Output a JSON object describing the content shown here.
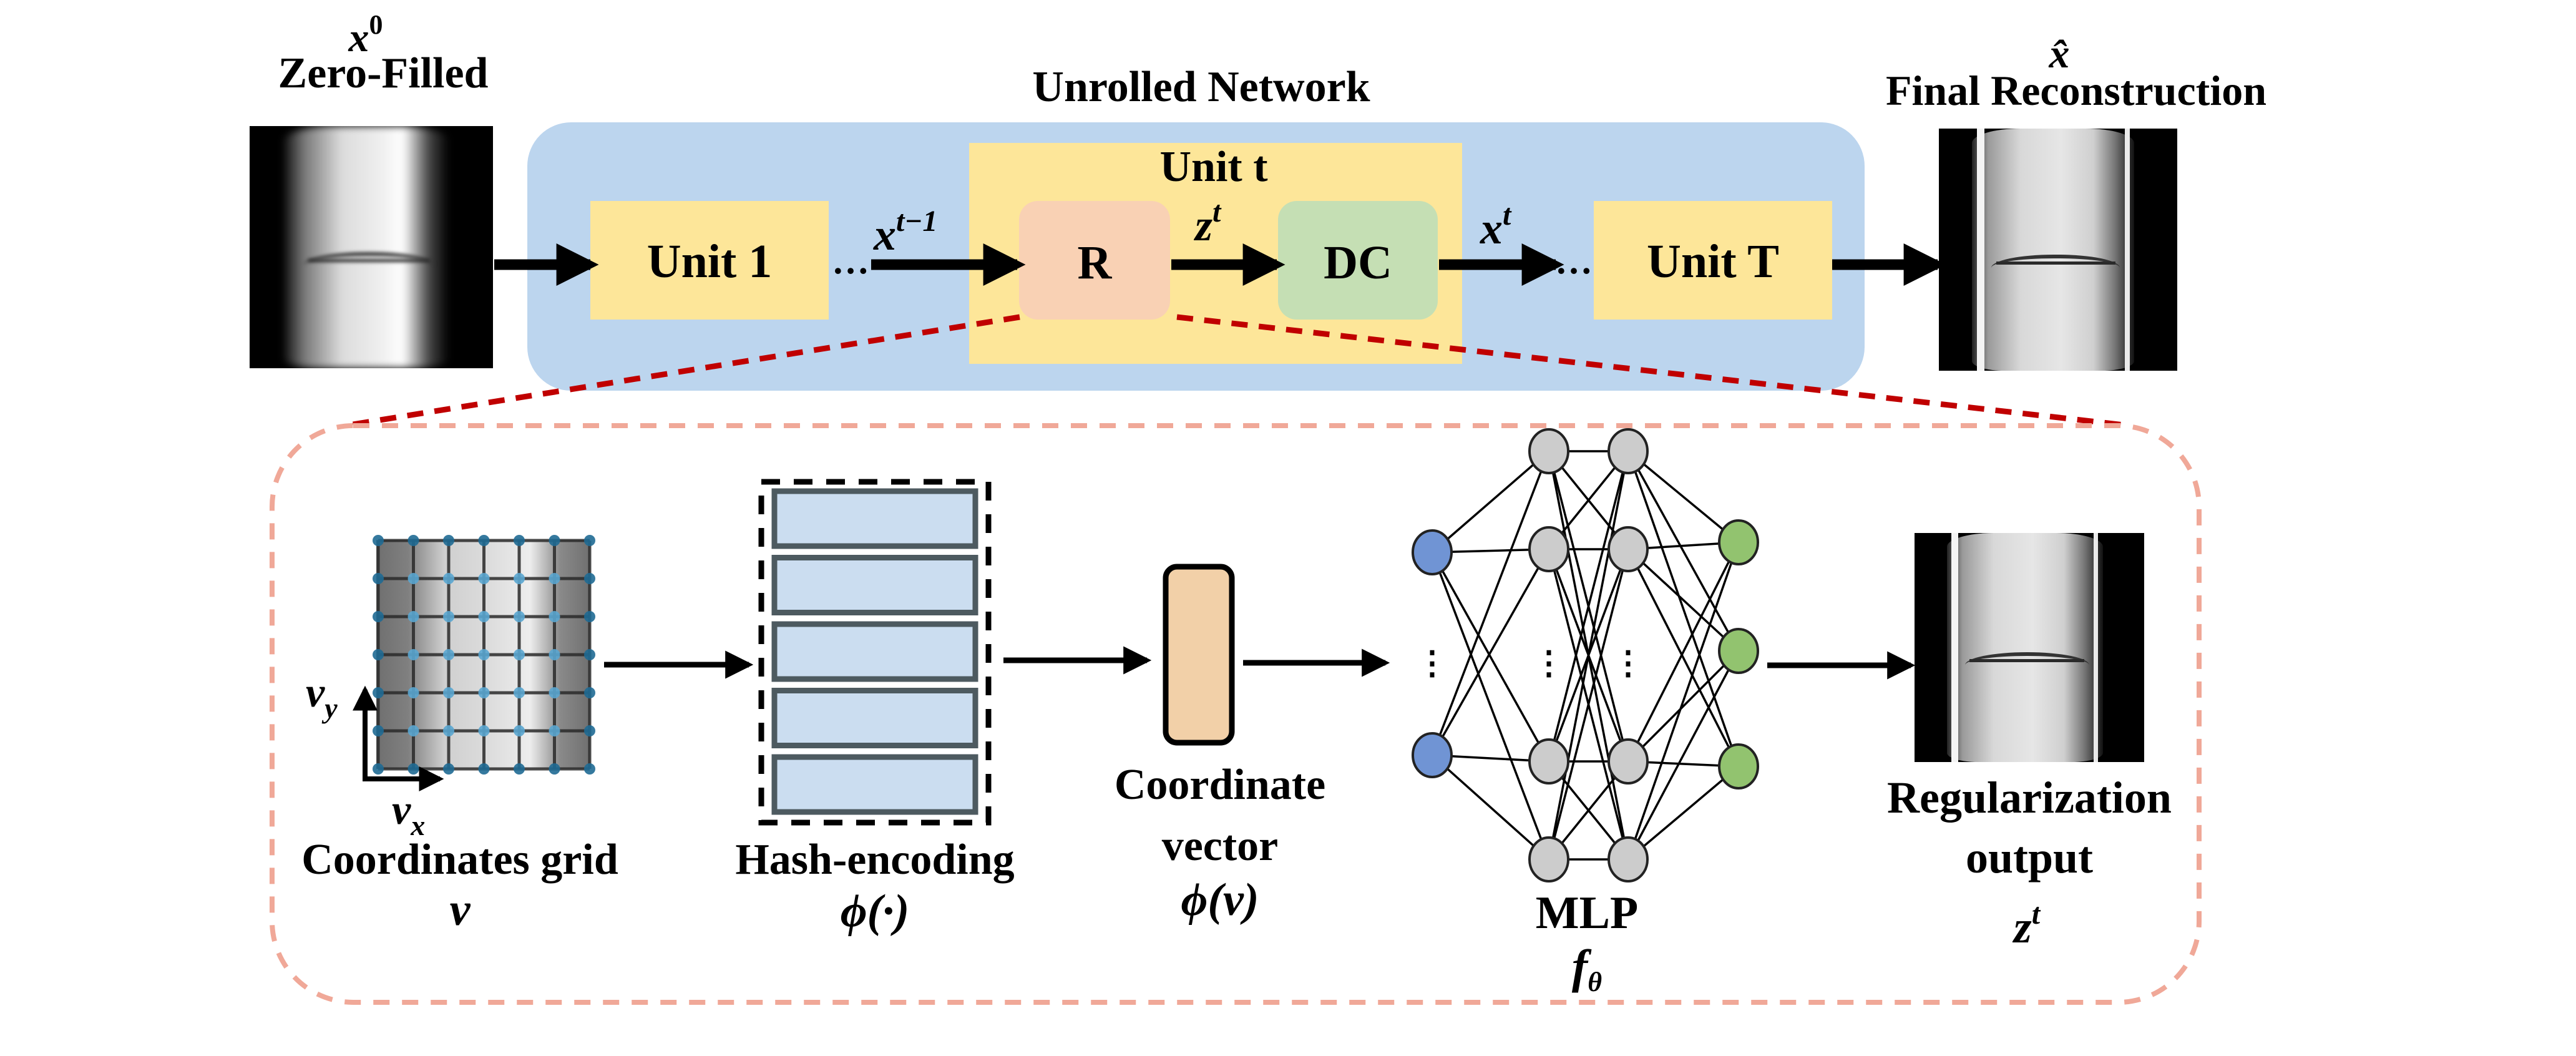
{
  "figure": {
    "top": {
      "input": {
        "symbol": "x",
        "superscript": "0",
        "title": "Zero-Filled",
        "image_alt": "zero-filled knee MRI"
      },
      "network": {
        "title": "Unrolled Network",
        "unit_first": "Unit 1",
        "unit_last": "Unit T",
        "unit_t": {
          "title": "Unit t",
          "regularizer": "R",
          "data_consistency": "DC"
        },
        "ellipsis": "…",
        "edge_in": {
          "symbol": "x",
          "superscript": "t−1"
        },
        "edge_mid": {
          "symbol": "z",
          "superscript": "t"
        },
        "edge_out": {
          "symbol": "x",
          "superscript": "t"
        }
      },
      "output": {
        "symbol": "x̂",
        "title": "Final Reconstruction",
        "image_alt": "reconstructed knee MRI"
      }
    },
    "detail": {
      "coords": {
        "title": "Coordinates grid",
        "symbol": "v",
        "axis_x": "v",
        "axis_x_sub": "x",
        "axis_y": "v",
        "axis_y_sub": "y",
        "grid_points": 7
      },
      "hash": {
        "title": "Hash-encoding",
        "symbol": "ϕ(·)",
        "levels": 5
      },
      "vector": {
        "title_line1": "Coordinate",
        "title_line2": "vector",
        "symbol": "ϕ(v)"
      },
      "mlp": {
        "title": "MLP",
        "symbol": "f",
        "symbol_sub": "θ",
        "vdots": "⋮",
        "layers": [
          2,
          4,
          4,
          3
        ]
      },
      "output": {
        "title_line1": "Regularization",
        "title_line2": "output",
        "symbol": "z",
        "superscript": "t"
      }
    },
    "colors": {
      "network_bg": "#bcd5ee",
      "unit_fill": "#fde699",
      "r_fill": "#f9d1b4",
      "dc_fill": "#c5dfb4",
      "zoom_line": "#c00000",
      "detail_border": "#f0a898",
      "hash_fill": "#cbddf0",
      "hash_stroke": "#4d5a60",
      "vector_fill": "#f2d0a8",
      "node_input": "#7094d4",
      "node_hidden": "#cccccc",
      "node_output": "#92c36f",
      "grid_point": "#1f6a94"
    }
  }
}
